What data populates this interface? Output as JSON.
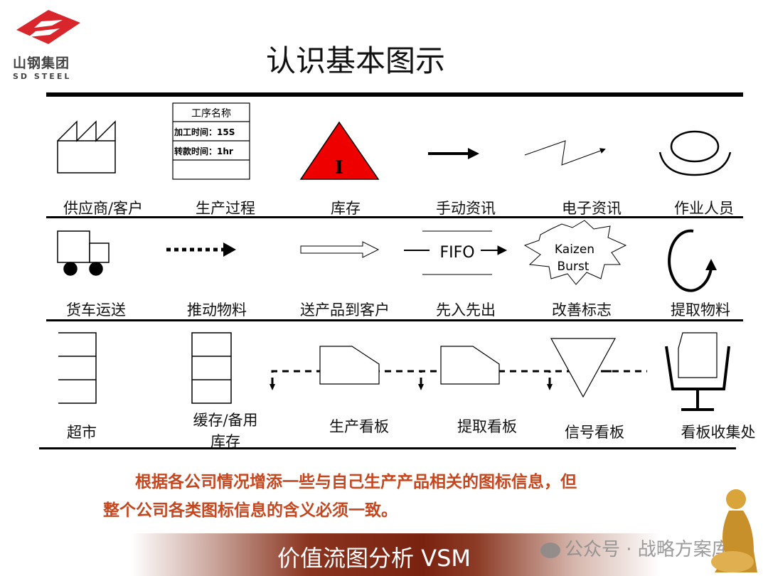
{
  "logo": {
    "name_cn": "山钢集团",
    "name_en": "SD STEEL"
  },
  "title": "认识基本图示",
  "process_box": {
    "header": "工序名称",
    "row1": "加工时间：15S",
    "row2": "转款时间：1hr"
  },
  "inventory_mark": "I",
  "fifo_text": "FIFO",
  "kaizen_text": [
    "Kaizen",
    "Burst"
  ],
  "row1_labels": [
    "供应商/客户",
    "生产过程",
    "库存",
    "手动资讯",
    "电子资讯",
    "作业人员"
  ],
  "row2_labels": [
    "货车运送",
    "推动物料",
    "送产品到客户",
    "先入先出",
    "改善标志",
    "提取物料"
  ],
  "row3_labels": [
    "超市",
    "缓存/备用",
    "库存",
    "生产看板",
    "提取看板",
    "信号看板",
    "看板收集处"
  ],
  "note": [
    "根据各公司情况增添一些与自己生产产品相关的图标信息，但",
    "整个公司各类图标信息的含义必须一致。"
  ],
  "footer": {
    "title": "价值流图分析  VSM",
    "watermark": "公众号 · 战略方案库"
  },
  "colors": {
    "logo_red": "#d8262c",
    "inventory_red": "#ee0000",
    "note": "#c4471f",
    "footer_dark": "#7a2210"
  }
}
